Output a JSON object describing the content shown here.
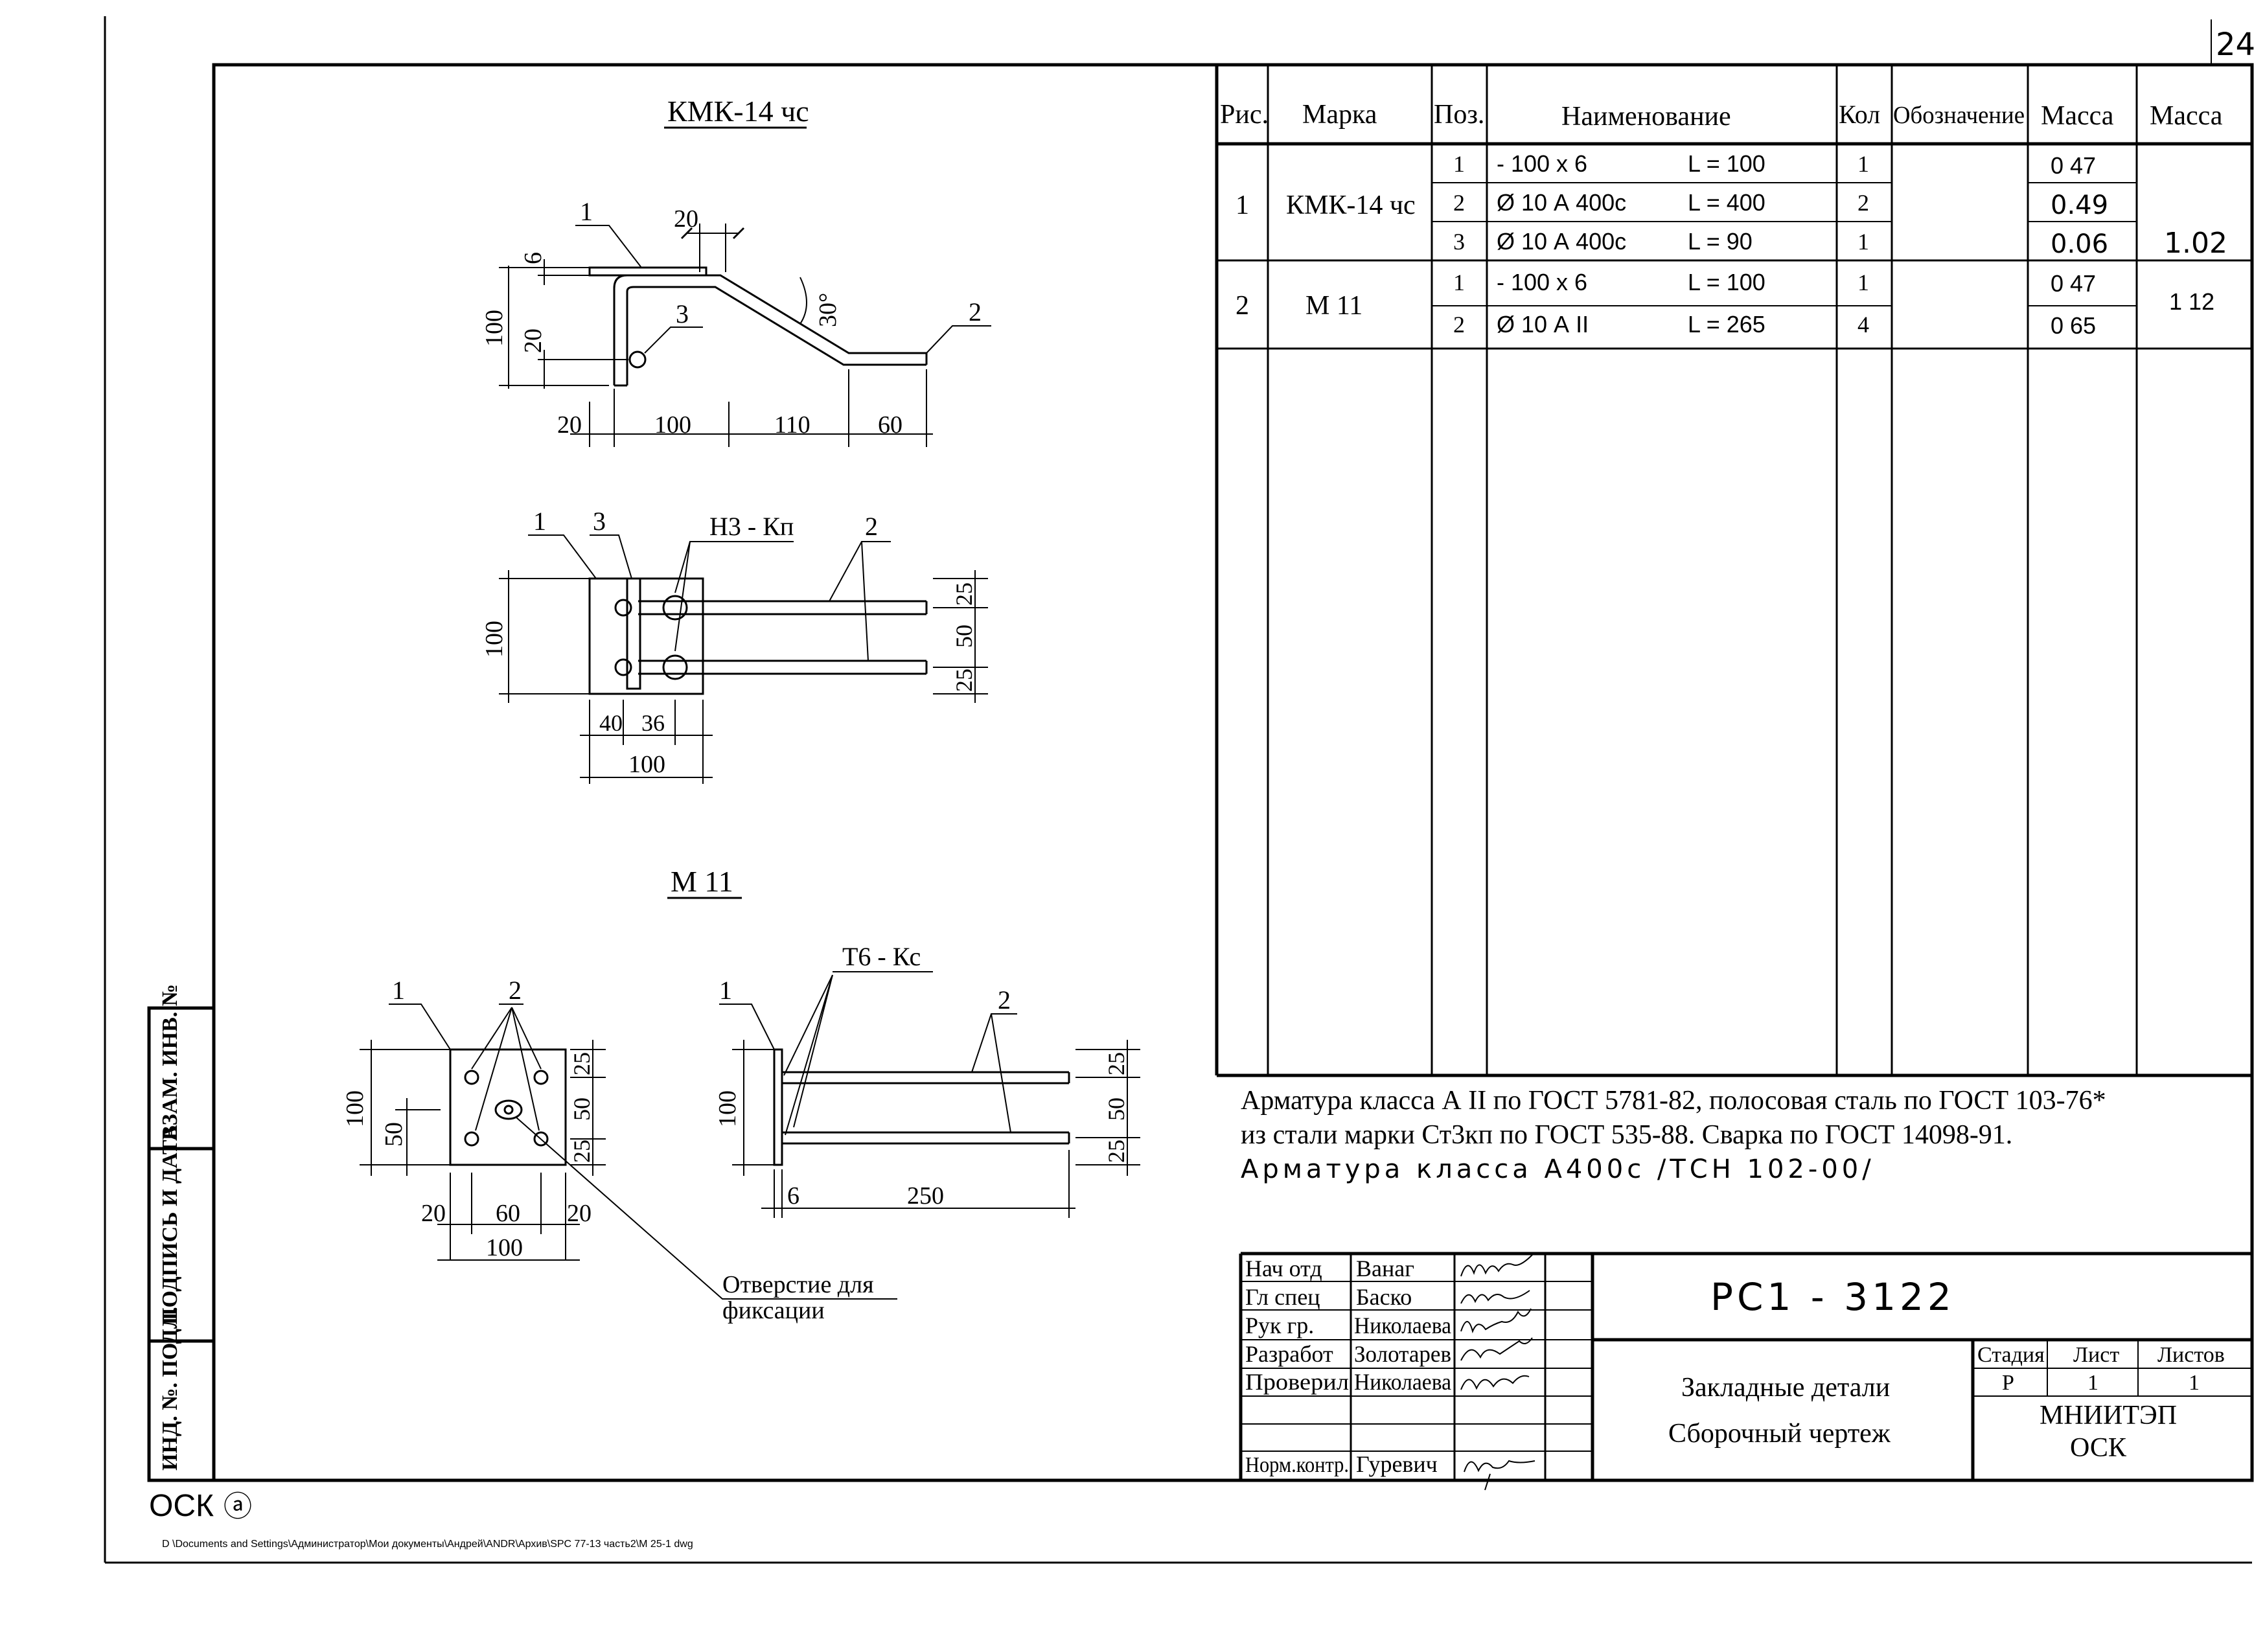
{
  "sheet_number": "24",
  "figures": {
    "fig1_title": "КМК-14 чс",
    "fig2_title": "М 11",
    "labels": {
      "pos1": "1",
      "pos2": "2",
      "pos3": "3",
      "nz_kp": "Н3 - Кп",
      "t6_kc": "Т6 - Кс",
      "hole_line1": "Отверстие для",
      "hole_line2": "фиксации"
    },
    "dims": {
      "d20": "20",
      "d6": "6",
      "d100": "100",
      "d110": "110",
      "d60": "60",
      "angle30": "30°",
      "d40": "40",
      "d36": "36",
      "d50": "50",
      "d25": "25",
      "d250": "250"
    }
  },
  "spec_table": {
    "headers": {
      "fig": "Рис.",
      "mark": "Марка",
      "pos": "Поз.",
      "name": "Наименование",
      "qty": "Кол",
      "designation": "Обозначение",
      "mass": "Масса",
      "mass_total": "Масса"
    },
    "groups": [
      {
        "fig": "1",
        "mark": "КМК-14 чс",
        "mass_total": "1.02",
        "rows": [
          {
            "pos": "1",
            "name": "- 100 х 6",
            "length": "L = 100",
            "qty": "1",
            "mass": "0 47"
          },
          {
            "pos": "2",
            "name": "Ø 10 А 400с",
            "length": "L = 400",
            "qty": "2",
            "mass": "0.49"
          },
          {
            "pos": "3",
            "name": "Ø 10 А 400с",
            "length": "L = 90",
            "qty": "1",
            "mass": "0.06"
          }
        ]
      },
      {
        "fig": "2",
        "mark": "М 11",
        "mass_total": "1 12",
        "rows": [
          {
            "pos": "1",
            "name": "- 100 х 6",
            "length": "L = 100",
            "qty": "1",
            "mass": "0 47"
          },
          {
            "pos": "2",
            "name": "Ø 10 А II",
            "length": "L = 265",
            "qty": "4",
            "mass": "0 65"
          }
        ]
      }
    ]
  },
  "notes": {
    "line1": "Арматура  класса  А II по ГОСТ 5781-82, полосовая сталь по ГОСТ 103-76*",
    "line2": "из стали марки Ст3кп по ГОСТ 535-88. Сварка по ГОСТ 14098-91.",
    "line3": "Арматура класса А400с /ТСН 102-00/"
  },
  "title_block": {
    "roles": [
      {
        "role": "Нач отд",
        "name": "Ванаг"
      },
      {
        "role": "Гл спец",
        "name": "Баско"
      },
      {
        "role": "Рук гр.",
        "name": "Николаева"
      },
      {
        "role": "Разработ",
        "name": "Золотарев"
      },
      {
        "role": "Проверил",
        "name": "Николаева"
      },
      {
        "role": "",
        "name": ""
      },
      {
        "role": "Норм.контр.",
        "name": "Гуревич"
      }
    ],
    "doc_code": "РС1 - 3122",
    "title_line1": "Закладные детали",
    "title_line2": "Сборочный   чертеж",
    "stage_label": "Стадия",
    "stage_value": "Р",
    "sheet_label": "Лист",
    "sheet_value": "1",
    "sheets_label": "Листов",
    "sheets_value": "1",
    "org_line1": "МНИИТЭП",
    "org_line2": "ОСК"
  },
  "side_stamp": {
    "cell1": "ВЗАМ. ИНВ. №",
    "cell2": "ПОДПИСЬ И ДАТА",
    "cell3": "ИНД. №. ПОДЛ."
  },
  "footer": {
    "osk": "ОСК",
    "path": "D \\Documents and Settings\\Администратор\\Мои документы\\Андрей\\ANDR\\Архив\\SPC 77-13 часть2\\М 25-1 dwg"
  }
}
